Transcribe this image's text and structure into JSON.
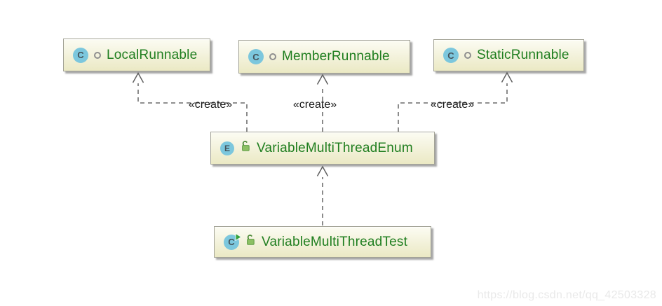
{
  "diagram": {
    "tool": "uml-class-diagram",
    "watermark": "https://blog.csdn.net/qq_42503328"
  },
  "colors": {
    "node_border": "#a3a396",
    "node_fill_top": "#fcfcf3",
    "node_fill_bottom": "#ebe9c4",
    "class_name_green": "#1f7e1f",
    "icon_circle_blue": "#7cc7dd",
    "icon_letter_gray": "#44535a",
    "lock_green": "#7bb356",
    "edge_gray": "#4d4d4d",
    "edge_label_black": "#1a1a1a"
  },
  "nodes": [
    {
      "id": "local-runnable",
      "label": "LocalRunnable",
      "kind": "class",
      "icon_letter": "C",
      "icons": [
        "class-icon",
        "package-local-icon"
      ]
    },
    {
      "id": "member-runnable",
      "label": "MemberRunnable",
      "kind": "class",
      "icon_letter": "C",
      "icons": [
        "class-icon",
        "package-local-icon"
      ]
    },
    {
      "id": "static-runnable",
      "label": "StaticRunnable",
      "kind": "class",
      "icon_letter": "C",
      "icons": [
        "class-icon",
        "package-local-icon"
      ]
    },
    {
      "id": "variable-multi-thread-enum",
      "label": "VariableMultiThreadEnum",
      "kind": "enum",
      "icon_letter": "E",
      "icons": [
        "enum-icon",
        "public-lock-icon"
      ]
    },
    {
      "id": "variable-multi-thread-test",
      "label": "VariableMultiThreadTest",
      "kind": "runnable-class",
      "icon_letter": "C",
      "icons": [
        "runnable-class-icon",
        "public-lock-icon"
      ]
    }
  ],
  "edges": [
    {
      "from": "variable-multi-thread-enum",
      "to": "local-runnable",
      "label": "«create»",
      "style": "dashed-open-arrow"
    },
    {
      "from": "variable-multi-thread-enum",
      "to": "member-runnable",
      "label": "«create»",
      "style": "dashed-open-arrow"
    },
    {
      "from": "variable-multi-thread-enum",
      "to": "static-runnable",
      "label": "«create»",
      "style": "dashed-open-arrow"
    },
    {
      "from": "variable-multi-thread-test",
      "to": "variable-multi-thread-enum",
      "label": "",
      "style": "dashed-open-arrow"
    }
  ]
}
